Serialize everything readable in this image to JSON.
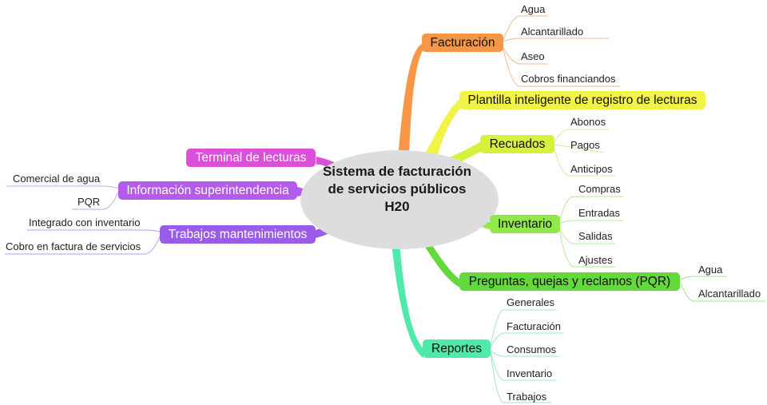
{
  "colors": {
    "central": "#dddcdf",
    "facturacion": "#f79646",
    "plantilla": "#f2f247",
    "recuados": "#d7f03c",
    "inventario": "#90e84a",
    "pqr": "#64d93b",
    "reportes": "#4fe9a9",
    "terminal": "#dc4fd8",
    "informacion": "#b45be9",
    "trabajos": "#9a5ce8",
    "facturacion_line": "#f3b98a",
    "plantilla_line": "#eaeaa0",
    "recuados_line": "#dce99a",
    "inventario_line": "#b4e99a",
    "pqr_line": "#a7e092",
    "reportes_line": "#9ce7c6",
    "informacion_line": "#c9a3ee",
    "trabajos_line": "#b99aed"
  },
  "central": {
    "line1": "Sistema de facturación",
    "line2": "de servicios públicos",
    "line3": "H20"
  },
  "branches": {
    "facturacion": {
      "label": "Facturación",
      "items": [
        "Agua",
        "Alcantarillado",
        "Aseo",
        "Cobros financiandos"
      ]
    },
    "plantilla": {
      "label": "Plantilla inteligente de registro de lecturas"
    },
    "recuados": {
      "label": "Recuados",
      "items": [
        "Abonos",
        "Pagos",
        "Anticipos"
      ]
    },
    "inventario": {
      "label": "Inventario",
      "items": [
        "Compras",
        "Entradas",
        "Salidas",
        "Ajustes"
      ]
    },
    "pqr": {
      "label": "Preguntas, quejas y reclamos  (PQR)",
      "items": [
        "Agua",
        "Alcantarillado"
      ]
    },
    "reportes": {
      "label": "Reportes",
      "items": [
        "Generales",
        "Facturación",
        "Consumos",
        "Inventario",
        "Trabajos"
      ]
    },
    "terminal": {
      "label": "Terminal de lecturas"
    },
    "informacion": {
      "label": "Información superintendencia",
      "items": [
        "Comercial de agua",
        "PQR"
      ]
    },
    "trabajos": {
      "label": "Trabajos mantenimientos",
      "items": [
        "Integrado con inventario",
        "Cobro en factura de servicios"
      ]
    }
  }
}
